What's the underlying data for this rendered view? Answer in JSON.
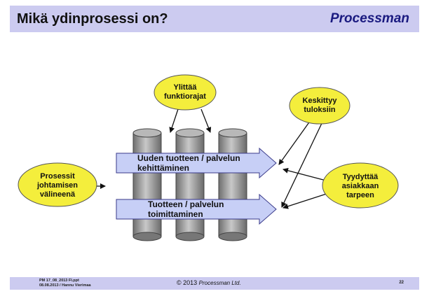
{
  "header": {
    "title": "Mikä ydinprosessi on?",
    "brand": "Processman"
  },
  "diagram": {
    "ellipse_top": [
      "Ylittää",
      "funktiorajat"
    ],
    "ellipse_left": [
      "Prosessit",
      "johtamisen",
      "välineenä"
    ],
    "ellipse_right_top": [
      "Keskittyy",
      "tuloksiin"
    ],
    "ellipse_right_mid": [
      "Tyydyttää",
      "asiakkaan",
      "tarpeen"
    ],
    "arrow_upper": [
      "Uuden tuotteen / palvelun",
      "kehittäminen"
    ],
    "arrow_lower": [
      "Tuotteen / palvelun",
      "toimittaminen"
    ]
  },
  "footer": {
    "left_line1": "PM 17_08_2013 FI.ppt",
    "left_line2": "08.08.2013 / Hannu Vierimaa",
    "copyright": "© 2013",
    "company": "Processman Ltd.",
    "page": "22"
  },
  "colors": {
    "header_bg": "#cccbf0",
    "ellipse": "#f4ee3c",
    "arrow_fill": "#c7cff6",
    "cylinder": "#9a9a9a"
  }
}
